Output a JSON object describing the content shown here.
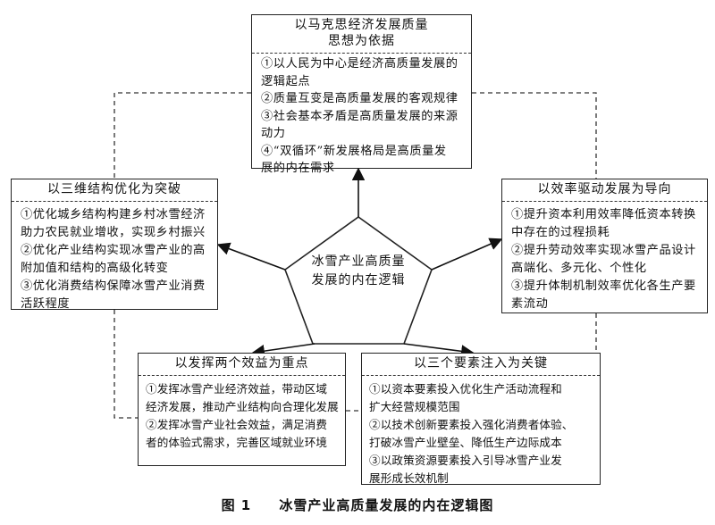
{
  "center": {
    "line1": "冰雪产业高质量",
    "line2": "发展的内在逻辑"
  },
  "top_box": {
    "title_line1": "以马克思经济发展质量",
    "title_line2": "思想为依据",
    "lines": [
      "①以人民为中心是经济高质量发展的",
      "逻辑起点",
      "②质量互变是高质量发展的客观规律",
      "③社会基本矛盾是高质量发展的来源",
      "动力",
      "④“双循环”新发展格局是高质量发",
      "展的内在需求"
    ]
  },
  "left_box": {
    "title": "以三维结构优化为突破",
    "lines": [
      "①优化城乡结构构建乡村冰雪经济",
      "助力农民就业增收，实现乡村振兴",
      "②优化产业结构实现冰雪产业的高",
      "附加值和结构的高级化转变",
      "③优化消费结构保障冰雪产业消费",
      "活跃程度"
    ]
  },
  "right_box": {
    "title": "以效率驱动发展为导向",
    "lines": [
      "①提升资本利用效率降低资本转换",
      "中存在的过程损耗",
      "②提升劳动效率实现冰雪产品设计",
      "高端化、多元化、个性化",
      "③提升体制机制效率优化各生产要",
      "素流动"
    ]
  },
  "bottom_left_box": {
    "title": "以发挥两个效益为重点",
    "lines": [
      "①发挥冰雪产业经济效益，带动区域",
      "经济发展，推动产业结构向合理化发展",
      "②发挥冰雪产业社会效益，满足消费",
      "者的体验式需求，完善区域就业环境"
    ]
  },
  "bottom_right_box": {
    "title": "以三个要素注入为关键",
    "lines": [
      "①以资本要素投入优化生产活动流程和",
      "扩大经营规模范围",
      "②以技术创新要素投入强化消费者体验、",
      "打破冰雪产业壁垒、降低生产边际成本",
      "③以政策资源要素投入引导冰雪产业发",
      "展形成长效机制"
    ]
  },
  "caption": {
    "label": "图 1",
    "text": "冰雪产业高质量发展的内在逻辑图"
  }
}
